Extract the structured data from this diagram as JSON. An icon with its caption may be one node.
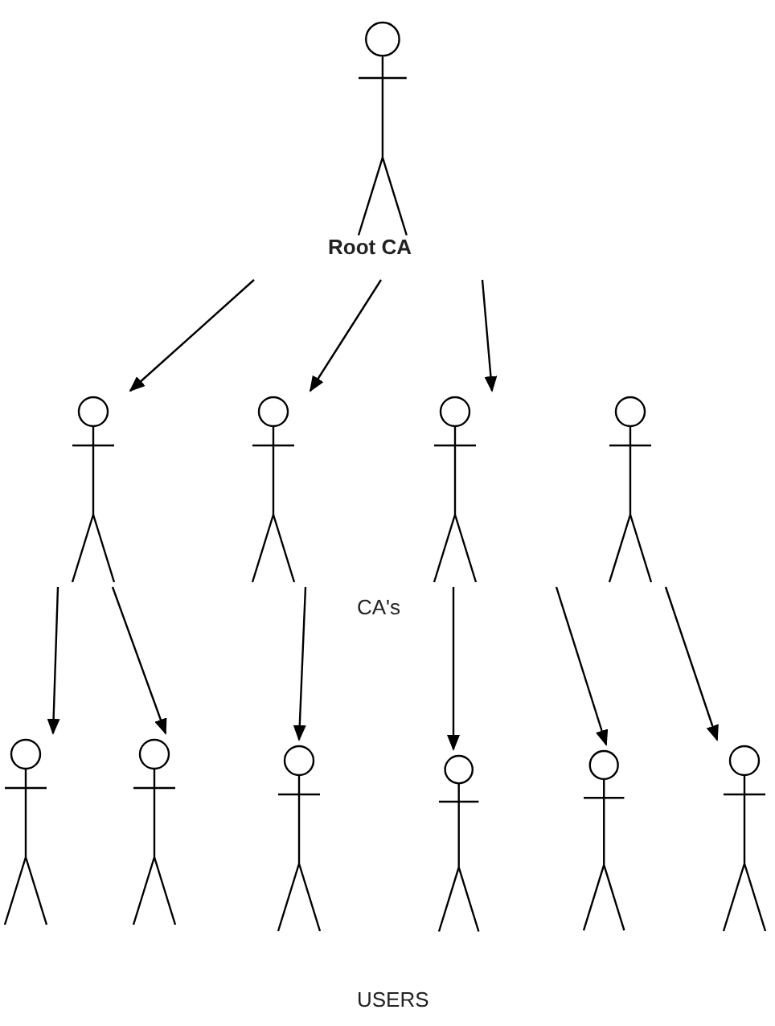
{
  "diagram": {
    "nodes": [
      {
        "text": [],
        "shape": "person",
        "beside": [
          "Root CA"
        ]
      },
      {
        "text": [],
        "shape": "person"
      },
      {
        "text": [],
        "shape": "person"
      },
      {
        "text": [],
        "shape": "person"
      },
      {
        "text": [],
        "shape": "person"
      },
      {
        "text": [],
        "shape": "person"
      },
      {
        "text": [],
        "shape": "person"
      },
      {
        "text": [],
        "shape": "person"
      },
      {
        "text": [],
        "shape": "person"
      },
      {
        "text": [],
        "shape": "person"
      },
      {
        "text": [],
        "shape": "person"
      }
    ],
    "edges": [
      {
        "from": 0,
        "to": 1,
        "arrow": "to"
      },
      {
        "from": 0,
        "to": 2,
        "arrow": "to"
      },
      {
        "from": 0,
        "to": 3,
        "arrow": "to"
      },
      {
        "from": 1,
        "to": 5,
        "arrow": "to"
      },
      {
        "from": 1,
        "to": 6,
        "arrow": "to"
      },
      {
        "from": 2,
        "to": 7,
        "arrow": "to"
      },
      {
        "from": 3,
        "to": 8,
        "arrow": "to"
      },
      {
        "from": 4,
        "to": 9,
        "arrow": "to"
      },
      {
        "from": 4,
        "to": 10,
        "arrow": "to"
      }
    ],
    "labels": [
      "CA's",
      "USERS"
    ]
  }
}
